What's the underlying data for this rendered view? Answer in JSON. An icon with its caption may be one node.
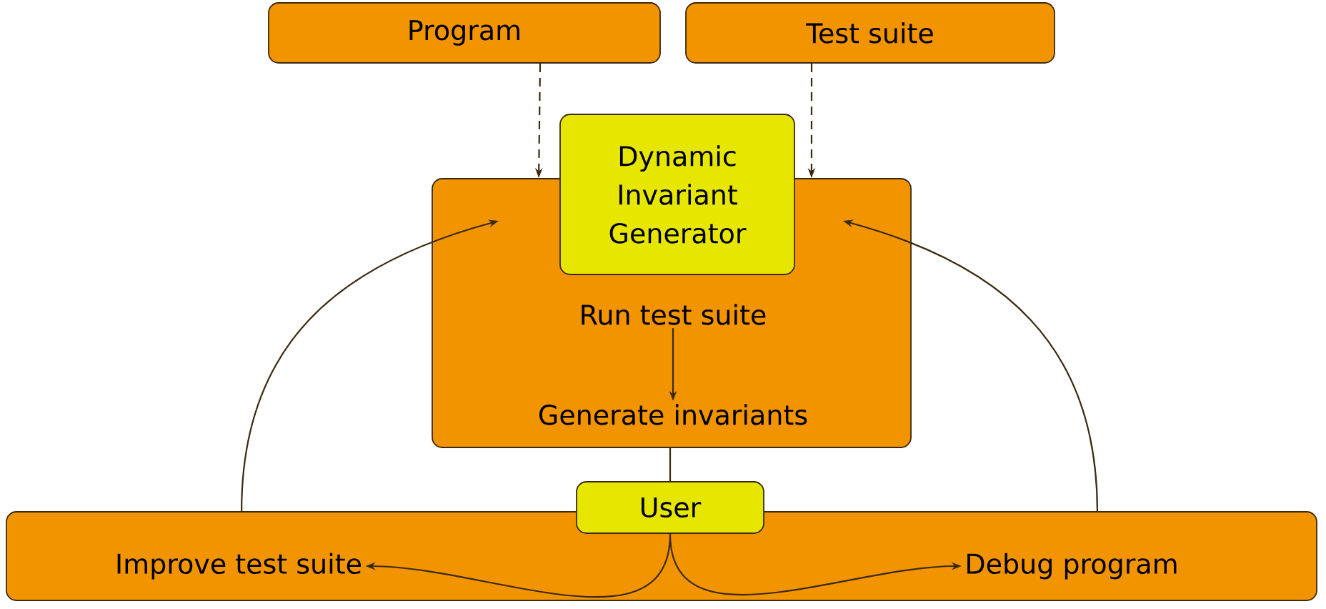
{
  "diagram": {
    "nodes": [
      {
        "text": [
          "Program"
        ]
      },
      {
        "text": [
          "Test suite"
        ]
      },
      {
        "text": [],
        "shape": "box"
      },
      {
        "text": [
          "Dynamic Invariant Generator"
        ]
      },
      {
        "text": [
          "Run test suite"
        ],
        "in": 2
      },
      {
        "text": [
          "Generate invariants"
        ],
        "in": 2
      },
      {
        "text": [],
        "shape": "box"
      },
      {
        "text": [
          "User"
        ]
      },
      {
        "text": [
          "Improve test suite"
        ],
        "in": 6
      },
      {
        "text": [
          "Debug program"
        ],
        "in": 6
      }
    ],
    "edges": [
      {
        "from": 0,
        "to": 2,
        "arrow": "to",
        "style": "dashed"
      },
      {
        "from": 1,
        "to": 2,
        "arrow": "to",
        "style": "dashed"
      },
      {
        "from": 4,
        "to": 5,
        "arrow": "to"
      },
      {
        "from": 2,
        "to": 7,
        "arrow": "none"
      },
      {
        "from": 7,
        "to": 8,
        "arrow": "to"
      },
      {
        "from": 7,
        "to": 9,
        "arrow": "to"
      },
      {
        "from": 6,
        "to": 2,
        "arrow": "to"
      },
      {
        "from": 6,
        "to": 2,
        "arrow": "to"
      }
    ]
  }
}
